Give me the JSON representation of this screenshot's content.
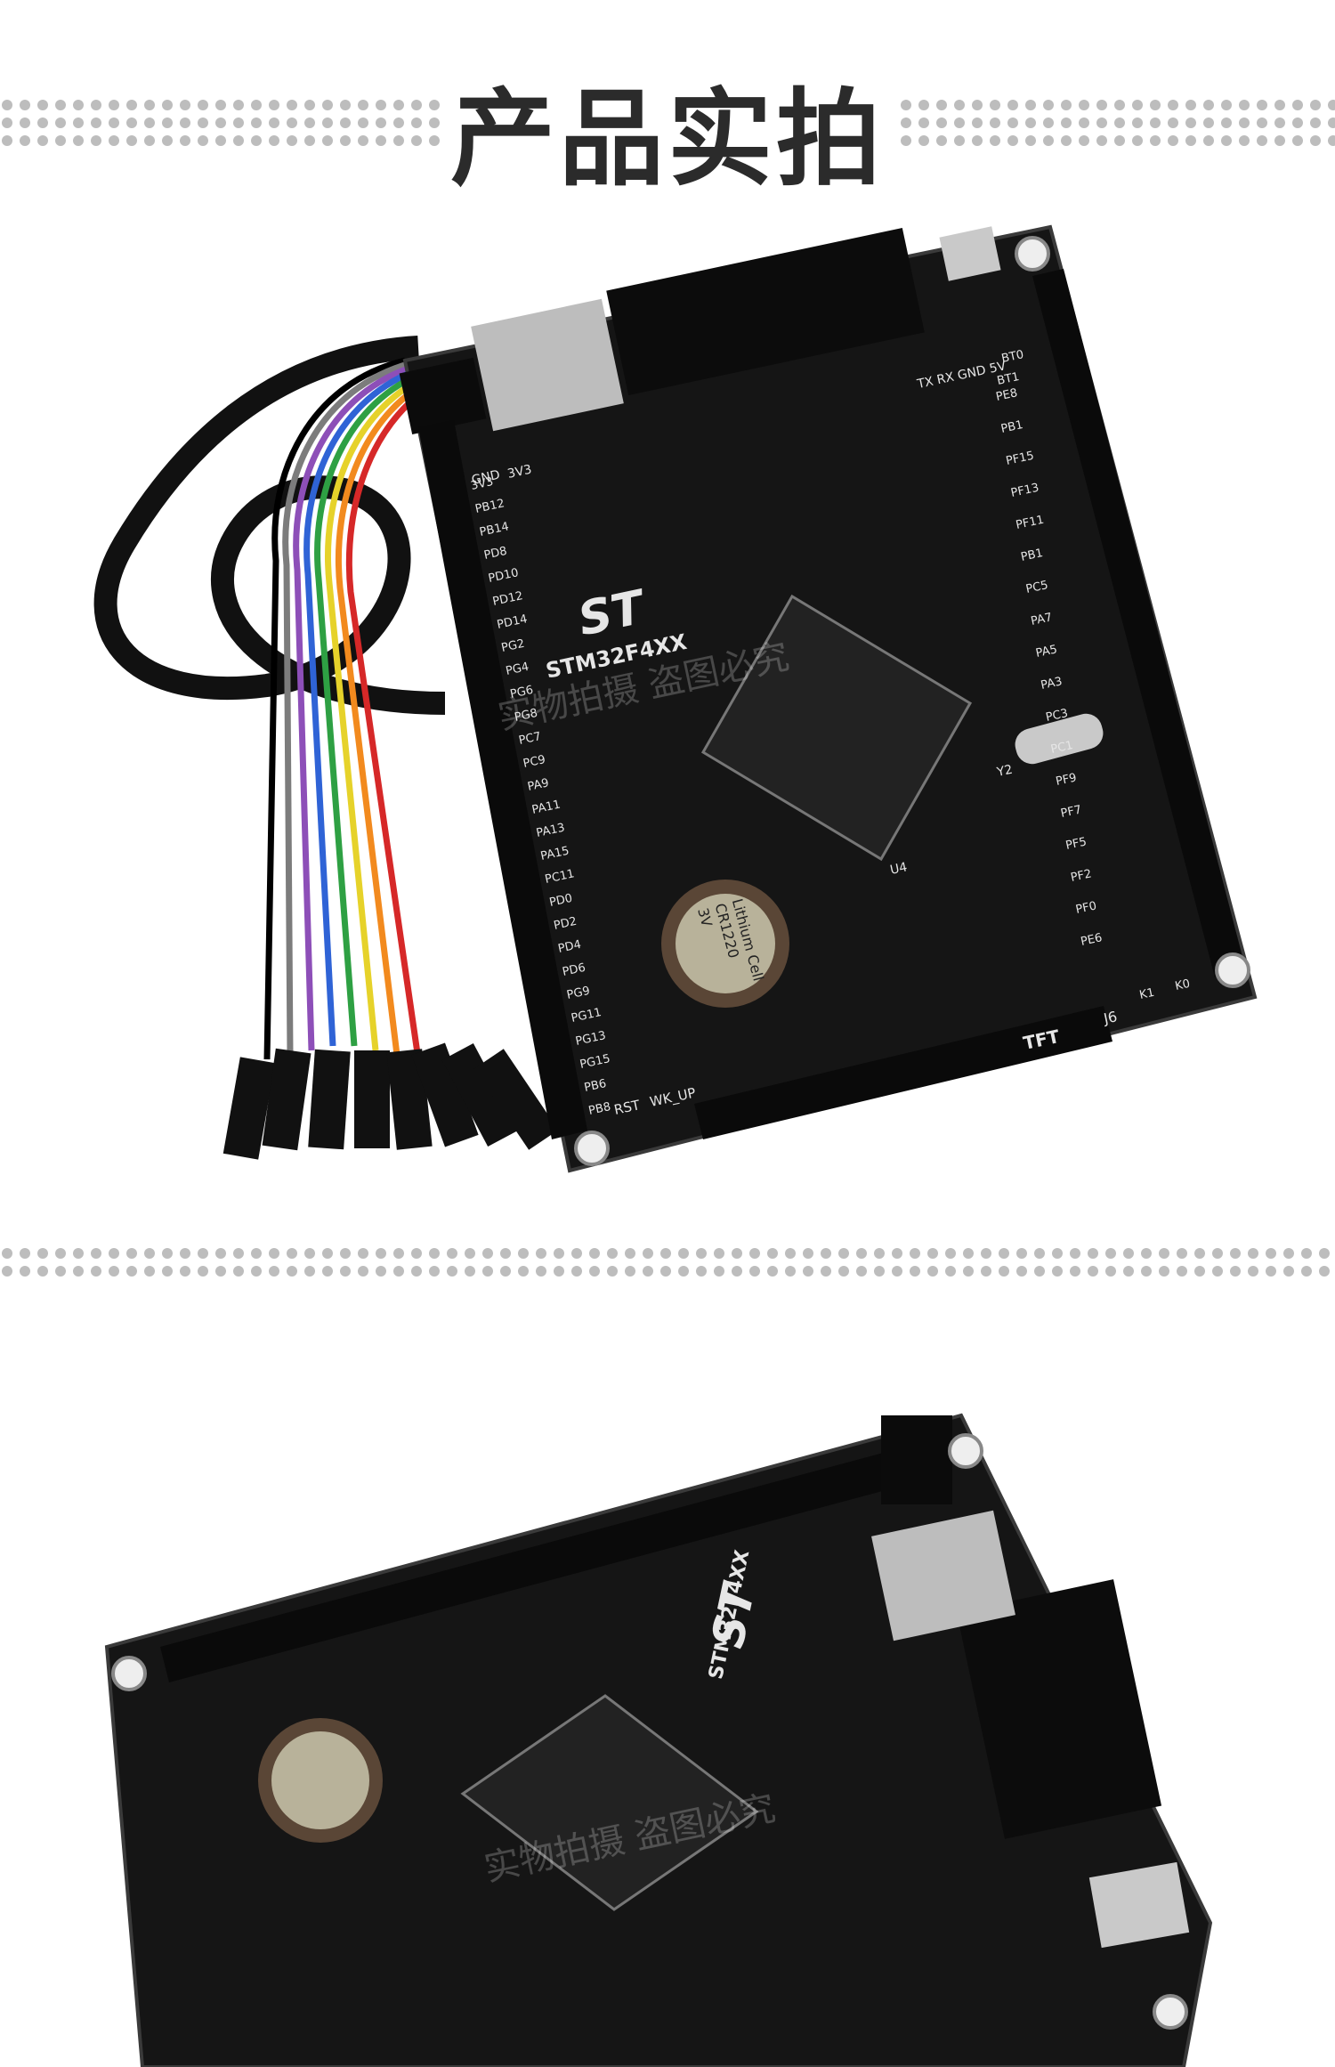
{
  "header": {
    "title": "产品实拍"
  },
  "board": {
    "logo": "ST",
    "model": "STM32F4XX",
    "battery": [
      "Lithium Cell",
      "CR1220",
      "3V"
    ],
    "labels": [
      "TFT",
      "J6",
      "RST",
      "WK_UP",
      "TX RX GND 5V",
      "BT1",
      "BT0",
      "3V3",
      "GND",
      "Y2",
      "U4",
      "K1",
      "K0"
    ],
    "pin_labels_left": [
      "3V3",
      "PB12",
      "PB14",
      "PD8",
      "PD10",
      "PD12",
      "PD14",
      "PG2",
      "PG4",
      "PG6",
      "PG8",
      "PC7",
      "PC9",
      "PA9",
      "PA11",
      "PA13",
      "PA15",
      "PC11",
      "PD0",
      "PD2",
      "PD4",
      "PD6",
      "PG9",
      "PG11",
      "PG13",
      "PG15",
      "PB6",
      "PB8"
    ],
    "pin_labels_right": [
      "PE8",
      "PB1",
      "PF15",
      "PF13",
      "PF11",
      "PB1",
      "PC5",
      "PA7",
      "PA5",
      "PA3",
      "PC3",
      "PC1",
      "PF9",
      "PF7",
      "PF5",
      "PF2",
      "PF0",
      "PE6"
    ]
  },
  "watermark": {
    "text": "实物拍摄 盗图必究"
  },
  "colors": {
    "title": "#2b2b2b",
    "dots": "#bdbdbd",
    "pcb": "#141414",
    "silk": "#e6e6e6"
  }
}
